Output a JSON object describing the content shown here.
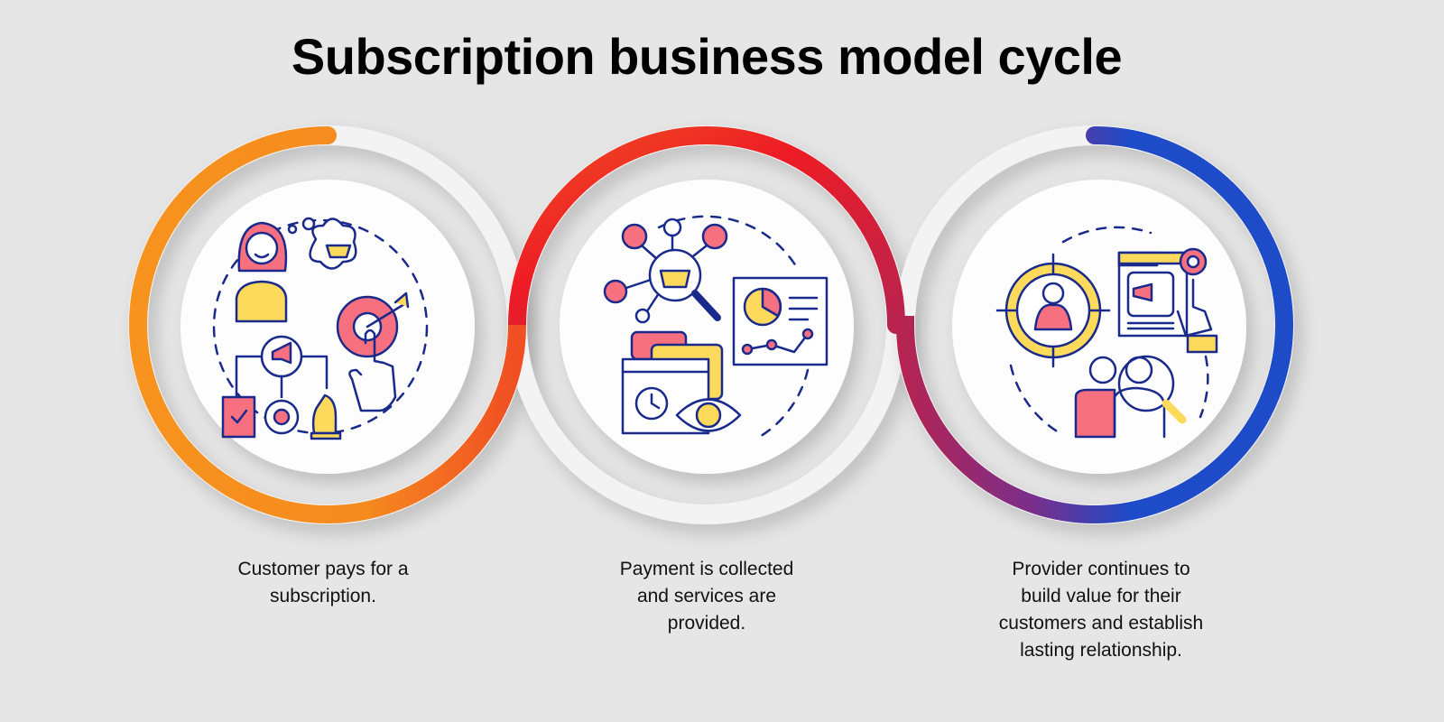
{
  "title": "Subscription business model cycle",
  "steps": [
    {
      "lines": [
        "Customer pays for a",
        "subscription."
      ],
      "icon": "customer-marketing-icon",
      "color": "#f7931e"
    },
    {
      "lines": [
        "Payment is collected",
        "and services are",
        "provided."
      ],
      "icon": "payment-services-icon",
      "color": "#ee1c25"
    },
    {
      "lines": [
        "Provider continues to",
        "build value for their",
        "customers and establish",
        "lasting relationship."
      ],
      "icon": "customer-targeting-icon",
      "color": "#1e4bc8"
    }
  ],
  "colors": {
    "background": "#e6e6e6",
    "outline": "#1a2a8c",
    "pink": "#f7707f",
    "yellow": "#fdd95c"
  }
}
